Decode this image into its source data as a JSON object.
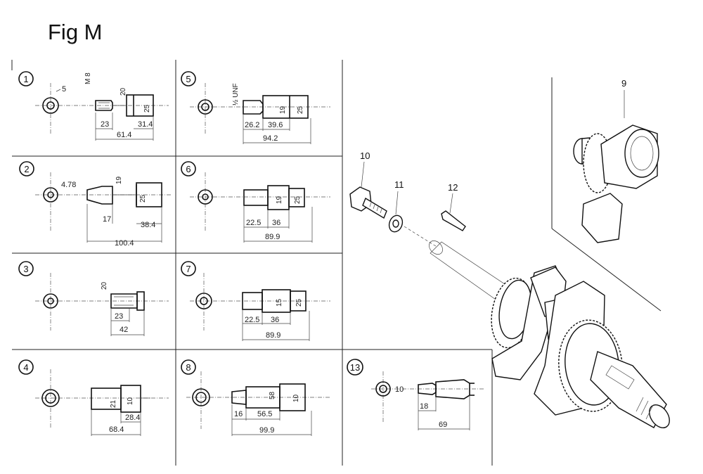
{
  "title": "Fig M",
  "panels": [
    {
      "number": "1",
      "dims": [
        "5",
        "M 8",
        "20",
        "25",
        "23",
        "31.4",
        "61.4"
      ]
    },
    {
      "number": "2",
      "dims": [
        "4.78",
        "19",
        "25",
        "17",
        "38.4",
        "100.4"
      ]
    },
    {
      "number": "3",
      "dims": [
        "20",
        "23",
        "42"
      ]
    },
    {
      "number": "4",
      "dims": [
        "21",
        "10",
        "28.4",
        "68.4"
      ]
    },
    {
      "number": "5",
      "dims": [
        "½ UNF",
        "19",
        "25",
        "26.2",
        "39.6",
        "94.2"
      ]
    },
    {
      "number": "6",
      "dims": [
        "19",
        "25",
        "22.5",
        "36",
        "89.9"
      ]
    },
    {
      "number": "7",
      "dims": [
        "15",
        "25",
        "22.5",
        "36",
        "89.9"
      ]
    },
    {
      "number": "8",
      "dims": [
        "58",
        "10",
        "16",
        "56.5",
        "99.9"
      ]
    },
    {
      "number": "13",
      "dims": [
        "10",
        "18",
        "69"
      ]
    }
  ],
  "callouts": [
    "9",
    "10",
    "11",
    "12"
  ]
}
